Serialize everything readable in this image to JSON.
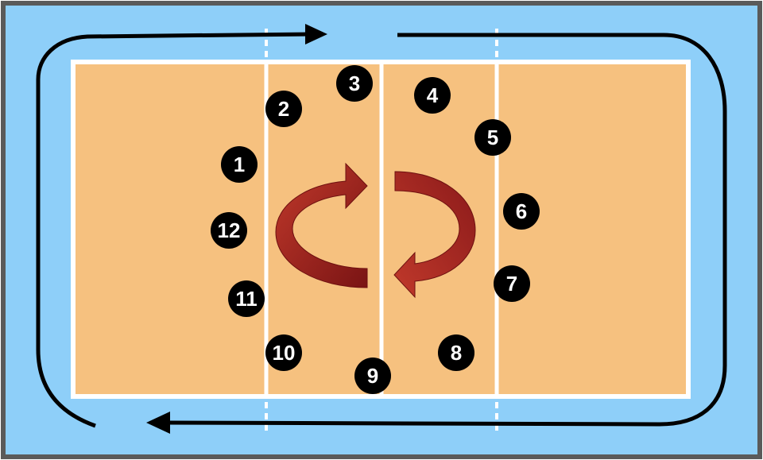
{
  "colors": {
    "outer_area": "#8ecff9",
    "frame": "#5a5a5a",
    "court": "#f6c17f",
    "court_line": "#ffffff",
    "center_line_dash": "#ffffff",
    "player_fill": "#000000",
    "player_text": "#ffffff",
    "path_line": "#000000",
    "rotation_arrow_dark": "#8b1a1a",
    "rotation_arrow_light": "#b8352b"
  },
  "players": [
    {
      "label": "1"
    },
    {
      "label": "2"
    },
    {
      "label": "3"
    },
    {
      "label": "4"
    },
    {
      "label": "5"
    },
    {
      "label": "6"
    },
    {
      "label": "7"
    },
    {
      "label": "8"
    },
    {
      "label": "9"
    },
    {
      "label": "10"
    },
    {
      "label": "11"
    },
    {
      "label": "12"
    }
  ],
  "icons": {
    "outer_path": "clockwise-lap-arrow-icon",
    "rotation": "counter-clockwise-rotation-arrows-icon"
  }
}
